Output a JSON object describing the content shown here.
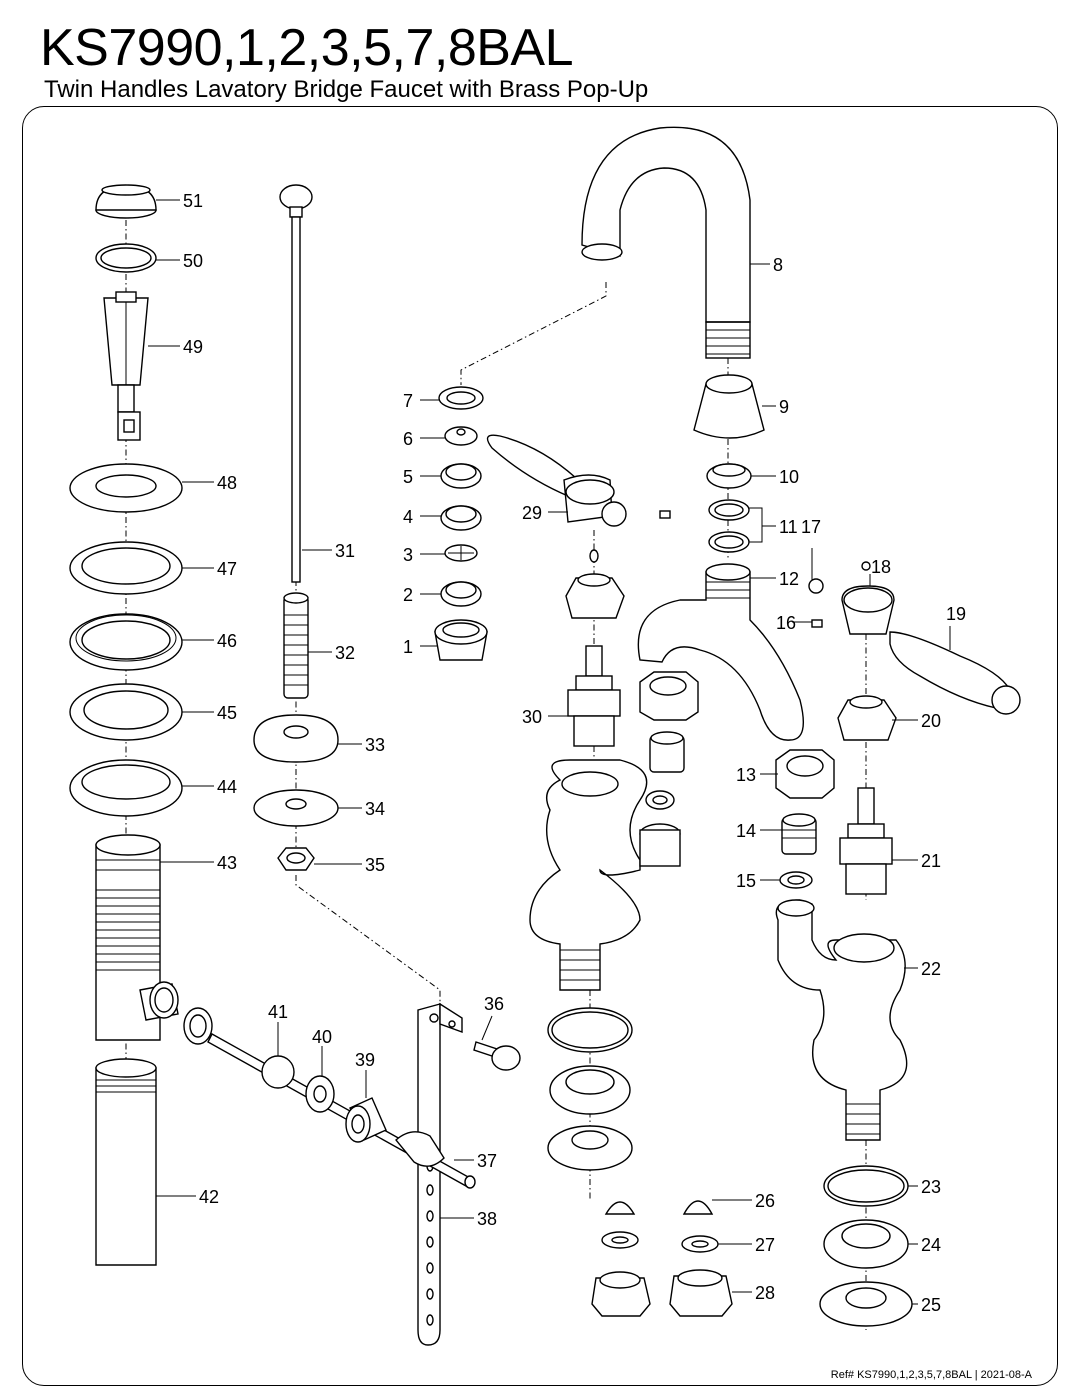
{
  "header": {
    "title": "KS7990,1,2,3,5,7,8BAL",
    "subtitle": "Twin Handles Lavatory Bridge Faucet with Brass Pop-Up"
  },
  "footer": {
    "ref": "Ref# KS7990,1,2,3,5,7,8BAL | 2021-08-A"
  },
  "callouts": {
    "p1": "1",
    "p2": "2",
    "p3": "3",
    "p4": "4",
    "p5": "5",
    "p6": "6",
    "p7": "7",
    "p8": "8",
    "p9": "9",
    "p10": "10",
    "p11": "11",
    "p12": "12",
    "p13": "13",
    "p14": "14",
    "p15": "15",
    "p16": "16",
    "p17": "17",
    "p18": "18",
    "p19": "19",
    "p20": "20",
    "p21": "21",
    "p22": "22",
    "p23": "23",
    "p24": "24",
    "p25": "25",
    "p26": "26",
    "p27": "27",
    "p28": "28",
    "p29": "29",
    "p30": "30",
    "p31": "31",
    "p32": "32",
    "p33": "33",
    "p34": "34",
    "p35": "35",
    "p36": "36",
    "p37": "37",
    "p38": "38",
    "p39": "39",
    "p40": "40",
    "p41": "41",
    "p42": "42",
    "p43": "43",
    "p44": "44",
    "p45": "45",
    "p46": "46",
    "p47": "47",
    "p48": "48",
    "p49": "49",
    "p50": "50",
    "p51": "51"
  }
}
